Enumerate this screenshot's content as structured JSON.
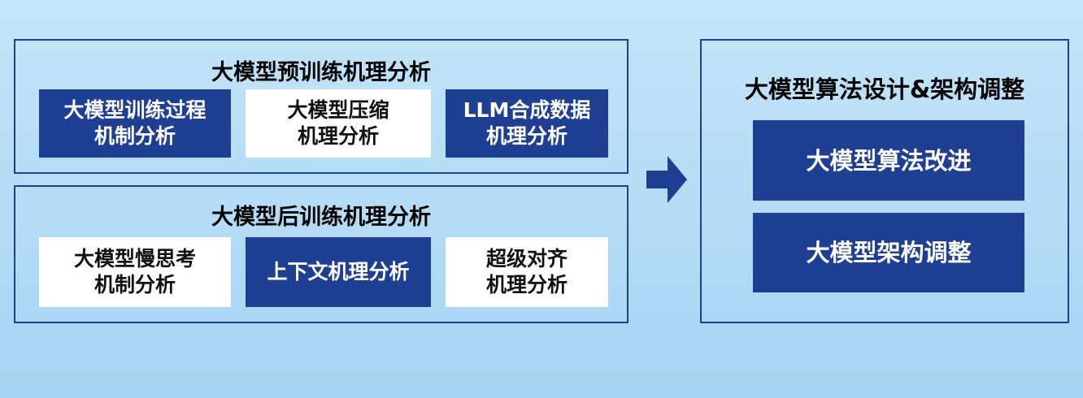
{
  "pretrain": {
    "title": "大模型预训练机理分析",
    "items": [
      {
        "line1": "大模型训练过程",
        "line2": "机制分析"
      },
      {
        "line1": "大模型压缩",
        "line2": "机理分析"
      },
      {
        "line1": "LLM合成数据",
        "line2": "机理分析"
      }
    ]
  },
  "posttrain": {
    "title": "大模型后训练机理分析",
    "items": [
      {
        "line1": "大模型慢思考",
        "line2": "机制分析"
      },
      {
        "line1": "上下文机理分析",
        "line2": ""
      },
      {
        "line1": "超级对齐",
        "line2": "机理分析"
      }
    ]
  },
  "design": {
    "title": "大模型算法设计&架构调整",
    "items": [
      {
        "label": "大模型算法改进"
      },
      {
        "label": "大模型架构调整"
      }
    ]
  },
  "colors": {
    "navy": "#1f3f93",
    "white": "#ffffff",
    "background_top": "#c4e5f9",
    "background_bottom": "#a6d3f2"
  },
  "icons": {
    "flow_arrow": "arrow-right-icon"
  }
}
